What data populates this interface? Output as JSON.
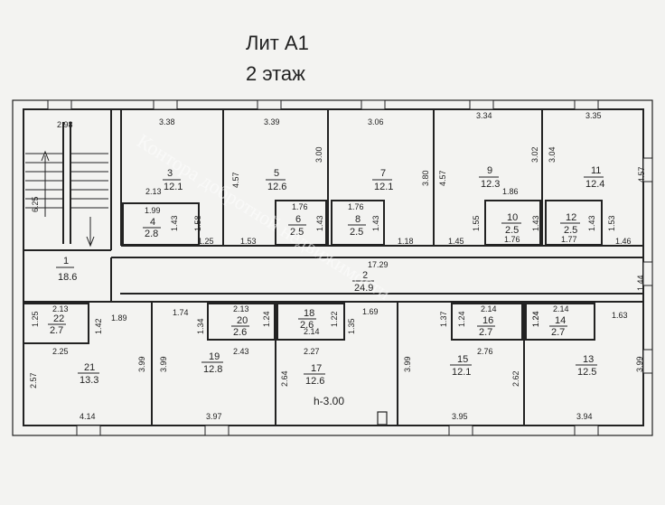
{
  "header": {
    "title": "Лит А1",
    "subtitle": "2 этаж"
  },
  "watermark": "Контора добротной недвижимости",
  "height_label": "h-3.00",
  "rooms": [
    {
      "id": "1",
      "no": "1",
      "area": "18.6"
    },
    {
      "id": "2",
      "no": "2",
      "area": "24.9"
    },
    {
      "id": "3",
      "no": "3",
      "area": "12.1"
    },
    {
      "id": "4",
      "no": "4",
      "area": "2.8"
    },
    {
      "id": "5",
      "no": "5",
      "area": "12.6"
    },
    {
      "id": "6",
      "no": "6",
      "area": "2.5"
    },
    {
      "id": "7",
      "no": "7",
      "area": "12.1"
    },
    {
      "id": "8",
      "no": "8",
      "area": "2.5"
    },
    {
      "id": "9",
      "no": "9",
      "area": "12.3"
    },
    {
      "id": "10",
      "no": "10",
      "area": "2.5"
    },
    {
      "id": "11",
      "no": "11",
      "area": "12.4"
    },
    {
      "id": "12",
      "no": "12",
      "area": "2.5"
    },
    {
      "id": "13",
      "no": "13",
      "area": "12.5"
    },
    {
      "id": "14",
      "no": "14",
      "area": "2.7"
    },
    {
      "id": "15",
      "no": "15",
      "area": "12.1"
    },
    {
      "id": "16",
      "no": "16",
      "area": "2.7"
    },
    {
      "id": "17",
      "no": "17",
      "area": "12.6"
    },
    {
      "id": "18",
      "no": "18",
      "area": "2.6"
    },
    {
      "id": "19",
      "no": "19",
      "area": "12.8"
    },
    {
      "id": "20",
      "no": "20",
      "area": "2.6"
    },
    {
      "id": "21",
      "no": "21",
      "area": "13.3"
    },
    {
      "id": "22",
      "no": "22",
      "area": "2.7"
    }
  ],
  "dims": [
    "2.98",
    "3.38",
    "3.39",
    "3.06",
    "3.34",
    "3.35",
    "6.25",
    "2.13",
    "1.99",
    "1.43",
    "1.58",
    "4.57",
    "3.00",
    "1.76",
    "1.43",
    "1.76",
    "1.43",
    "3.80",
    "4.57",
    "3.02",
    "3.04",
    "4.57",
    "1.86",
    "1.55",
    "1.43",
    "1.76",
    "1.43",
    "1.53",
    "1.77",
    "1.25",
    "1.53",
    "1.18",
    "1.45",
    "1.46",
    "17.29",
    "1.44",
    "2.13",
    "1.89",
    "1.74",
    "2.13",
    "1.34",
    "1.24",
    "1.69",
    "1.37",
    "2.14",
    "1.24",
    "2.14",
    "1.63",
    "1.25",
    "1.42",
    "2.25",
    "2.43",
    "2.14",
    "2.27",
    "1.22",
    "1.35",
    "1.24",
    "2.76",
    "1.24",
    "2.57",
    "3.99",
    "3.99",
    "2.64",
    "3.99",
    "2.62",
    "3.99",
    "4.14",
    "3.97",
    "3.95",
    "3.94"
  ]
}
